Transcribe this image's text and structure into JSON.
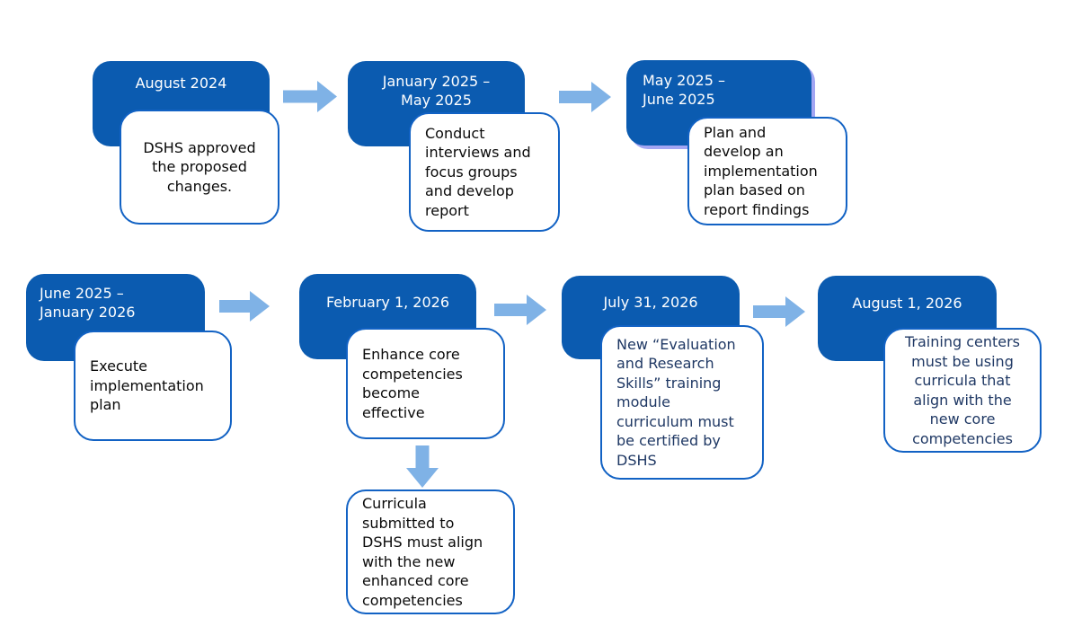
{
  "colors": {
    "box_blue": "#0B5BB0",
    "box_border": "#1262C4",
    "arrow_blue": "#7FB2E6",
    "shadow_purple": "#A3A6F3",
    "text_black": "#0A0A0A",
    "text_navy": "#1F3864",
    "text_white": "#FFFFFF",
    "background": "#FFFFFF"
  },
  "steps": [
    {
      "date": "August 2024",
      "body": "DSHS approved\nthe proposed\nchanges."
    },
    {
      "date": "January 2025 –\nMay 2025",
      "body": "Conduct\ninterviews and\nfocus groups\nand develop\nreport"
    },
    {
      "date": "May 2025 –\nJune 2025",
      "body": "Plan and\ndevelop an\nimplementation\nplan based on\nreport findings"
    },
    {
      "date": "June 2025 –\nJanuary 2026",
      "body": "Execute\nimplementation\nplan"
    },
    {
      "date": "February 1, 2026",
      "body": "Enhance core\ncompetencies\nbecome\neffective"
    },
    {
      "date": "July 31, 2026",
      "body": "New “Evaluation\nand Research\nSkills” training\nmodule\ncurriculum must\nbe certified by\nDSHS"
    },
    {
      "date": "August 1, 2026",
      "body": "Training centers\nmust be using\ncurricula that\nalign with the\nnew core\ncompetencies"
    }
  ],
  "branch_note": {
    "body": "Curricula\nsubmitted to\nDSHS must align\nwith the new\nenhanced core\ncompetencies"
  }
}
